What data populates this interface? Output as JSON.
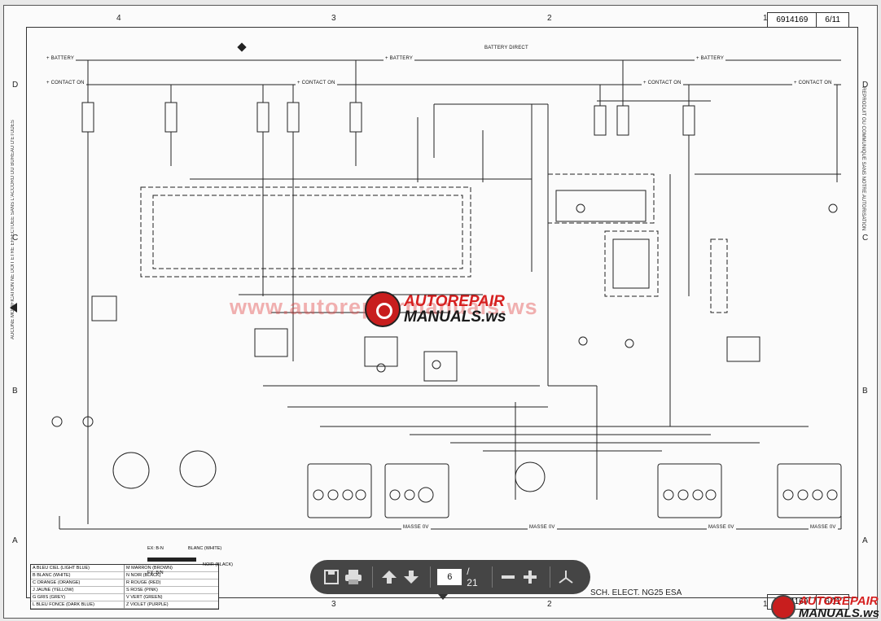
{
  "document": {
    "sheet_id": "6914169",
    "sheet_page": "6/11",
    "title": "SCH. ELECT. NG25 ESA",
    "column_numbers": [
      "4",
      "3",
      "2",
      "1"
    ],
    "row_letters": [
      "D",
      "C",
      "B",
      "A"
    ]
  },
  "bus_labels": {
    "battery": "+ BATTERY",
    "contact_on": "+ CONTACT ON",
    "battery_direct": "BATTERY DIRECT",
    "masse": "MASSE 0V"
  },
  "side_notes": {
    "left": "AUCUNE MODIFICATION NE DOIT ETRE EFFECTUEE SANS L'ACCORD DU BUREAU D'ETUDES",
    "right": "REPRODUIT OU COMMUNIQUE SANS NOTRE AUTORISATION"
  },
  "legend": [
    "A BLEU CIEL (LIGHT BLUE)",
    "M MARRON (BROWN)",
    "B BLANC (WHITE)",
    "N NOIR (BLACK)",
    "C ORANGE (ORANGE)",
    "R ROUGE (RED)",
    "J JAUNE (YELLOW)",
    "S ROSE (PINK)",
    "G GRIS (GREY)",
    "V VERT (GREEN)",
    "L BLEU FONCE (DARK BLUE)",
    "Z VIOLET (PURPLE)"
  ],
  "wire_example": {
    "ex1": "EX: B-N",
    "blanc_white": "BLANC (WHITE)",
    "noir_black": "NOIR (BLACK)",
    "ex2": "EX: B/N"
  },
  "watermark": {
    "text": "www.autorepairmanuals.ws",
    "brand_line1": "AUTOREPAIR",
    "brand_line2": "MANUALS.ws"
  },
  "viewer": {
    "current_page": "6",
    "total_pages": "/ 21",
    "icons": [
      "save-icon",
      "print-icon",
      "page-up-icon",
      "page-down-icon",
      "zoom-out-icon",
      "zoom-in-icon",
      "fit-icon"
    ]
  },
  "corner_brand": {
    "line1": "AUTOREPAIR",
    "line2": "MANUALS.ws"
  }
}
